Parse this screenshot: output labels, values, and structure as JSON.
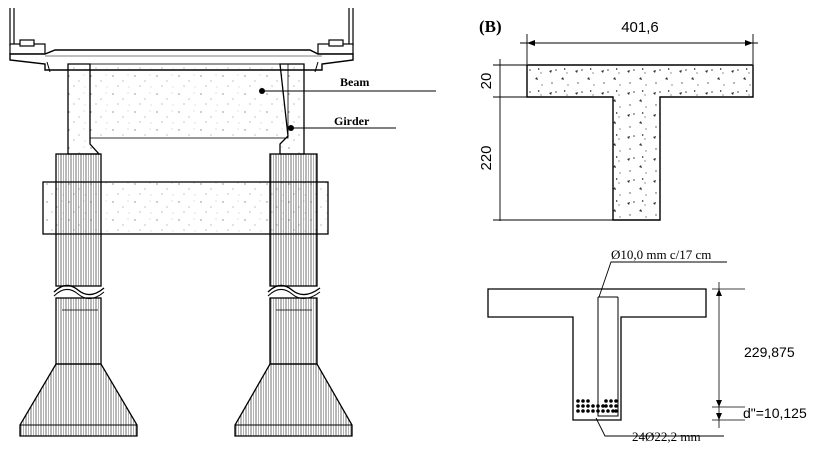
{
  "panel_b": {
    "label": "(B)",
    "width_dim": "401,6",
    "flange_dim": "20",
    "web_dim": "220"
  },
  "bridge": {
    "beam_label": "Beam",
    "girder_label": "Girder"
  },
  "section": {
    "stirrup_label": "Ø10,0 mm c/17 cm",
    "height_dim": "229,875",
    "cover_dim": "d\"=10,125",
    "bars_label": "24Ø22,2 mm"
  },
  "colors": {
    "line": "#000000",
    "background": "#ffffff"
  }
}
